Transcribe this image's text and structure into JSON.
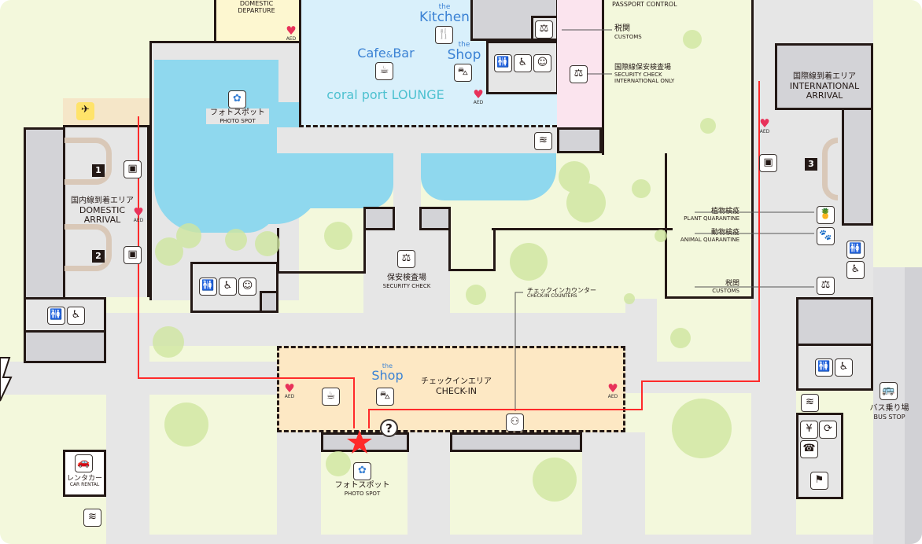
{
  "colors": {
    "route": "#ff2a2a",
    "lounge": "#d9f0fb",
    "pond": "#8fd8ee",
    "checkin": "#fde8c4",
    "park": "#f3f8dc",
    "walkway": "#e6e6e6",
    "wall": "#231815"
  },
  "areas": {
    "domestic_departure": {
      "en": "DOMESTIC\nDEPARTURE"
    },
    "passport_control": {
      "en": "PASSPORT CONTROL"
    },
    "kitchen": {
      "the": "the",
      "name": "Kitchen"
    },
    "cafe_bar": {
      "name": "Cafe",
      "amp": "&",
      "name2": "Bar"
    },
    "shop_lounge": {
      "the": "the",
      "name": "Shop"
    },
    "lounge": {
      "name": "coral port  LOUNGE"
    },
    "customs_top": {
      "jp": "税関",
      "en": "CUSTOMS"
    },
    "security_intl": {
      "jp": "国際線保安検査場",
      "en1": "SECURITY CHECK",
      "en2": "INTERNATIONAL ONLY"
    },
    "photo_spot_top": {
      "jp": "フォトスポット",
      "en": "PHOTO SPOT"
    },
    "domestic_arrival": {
      "jp": "国内線到着エリア",
      "en1": "DOMESTIC",
      "en2": "ARRIVAL"
    },
    "international_arrival": {
      "jp": "国際線到着エリア",
      "en1": "INTERNATIONAL",
      "en2": "ARRIVAL"
    },
    "plant_quarantine": {
      "jp": "植物検疫",
      "en": "PLANT QUARANTINE"
    },
    "animal_quarantine": {
      "jp": "動物検疫",
      "en": "ANIMAL QUARANTINE"
    },
    "customs_right": {
      "jp": "税関",
      "en": "CUSTOMS"
    },
    "security_check": {
      "jp": "保安検査場",
      "en": "SECURITY CHECK"
    },
    "checkin_counters": {
      "jp": "チェックインカウンター",
      "en": "CHECK-IN COUNTERS"
    },
    "checkin_area": {
      "jp": "チェックインエリア",
      "en": "CHECK-IN"
    },
    "shop_checkin": {
      "the": "the",
      "name": "Shop"
    },
    "photo_spot_bottom": {
      "jp": "フォトスポット",
      "en": "PHOTO SPOT"
    },
    "car_rental": {
      "jp": "レンタカー",
      "en": "CAR RENTAL"
    },
    "bus_stop": {
      "jp": "バス乗り場",
      "en": "BUS STOP"
    }
  },
  "baggage_claims": [
    "1",
    "2",
    "3"
  ],
  "aed_label": "AED",
  "icons": [
    "airplane-icon",
    "luggage-icon",
    "restroom-icon",
    "wheelchair-icon",
    "baby-care-icon",
    "cafe-icon",
    "cutlery-icon",
    "shop-icon",
    "customs-officer-icon",
    "smoking-icon",
    "photo-spot-icon",
    "information-icon",
    "checkin-counter-icon",
    "pineapple-icon",
    "animal-icon",
    "bus-icon",
    "atm-icon",
    "telephone-icon",
    "car-rental-icon",
    "current-location-star-icon"
  ]
}
